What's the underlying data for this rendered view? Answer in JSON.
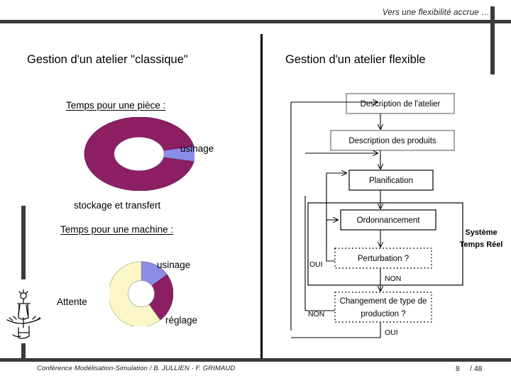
{
  "header": {
    "title": "Vers une flexibilité accrue …"
  },
  "columns": {
    "left_title": "Gestion d'un atelier \"classique\"",
    "right_title": "Gestion d'un atelier flexible"
  },
  "left": {
    "heading_piece": "Temps pour une pièce :",
    "heading_machine": "Temps pour une machine :",
    "labels": {
      "usinage_piece": "usinage",
      "stockage": "stockage et transfert",
      "usinage_machine": "usinage",
      "attente": "Attente",
      "reglage": "réglage"
    }
  },
  "chart_data": [
    {
      "type": "pie",
      "title": "Temps pour une pièce :",
      "labels": [
        "stockage et transfert",
        "usinage"
      ],
      "values": [
        95,
        5
      ],
      "colors": [
        "#8C1F63",
        "#8B8BE8"
      ],
      "donut": true,
      "legend": "callout"
    },
    {
      "type": "pie",
      "title": "Temps pour une machine :",
      "labels": [
        "usinage",
        "réglage",
        "Attente"
      ],
      "values": [
        15,
        25,
        60
      ],
      "colors": [
        "#8B8BE8",
        "#8C1F63",
        "#FAF6C8"
      ],
      "donut": true,
      "legend": "callout"
    }
  ],
  "flow": {
    "system_label_line1": "Système",
    "system_label_line2": "Temps Réel",
    "nodes": [
      {
        "id": "atelier",
        "label": "Description de l'atelier",
        "style": "solid"
      },
      {
        "id": "produits",
        "label": "Description des produits",
        "style": "solid"
      },
      {
        "id": "planif",
        "label": "Planification",
        "style": "solid"
      },
      {
        "id": "ordo",
        "label": "Ordonnancement",
        "style": "solid"
      },
      {
        "id": "perturb",
        "label": "Perturbation ?",
        "style": "dotted"
      },
      {
        "id": "changement",
        "label_line1": "Changement de type de",
        "label_line2": "production ?",
        "style": "dotted"
      }
    ],
    "edge_labels": {
      "perturb_yes": "OUI",
      "perturb_no": "NON",
      "changement_no": "NON",
      "changement_yes": "OUI"
    }
  },
  "footer": {
    "credit": "Conférence Modélisation-Simulation / B. JULLIEN - F. GRIMAUD",
    "page_current": "8",
    "page_total": "/ 48"
  }
}
